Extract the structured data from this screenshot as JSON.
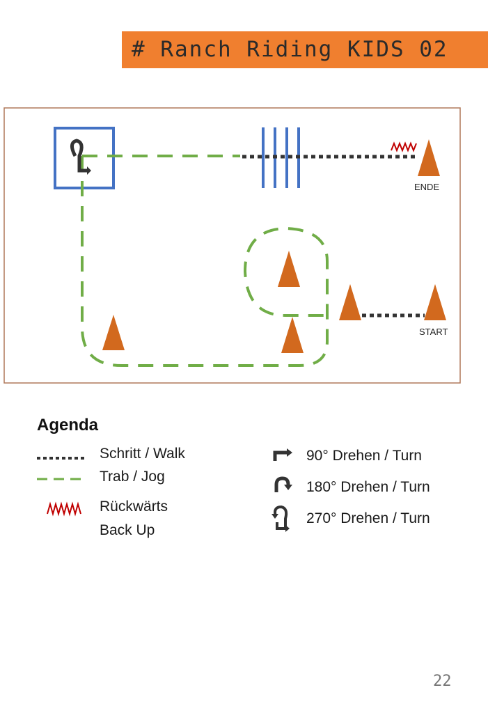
{
  "header": {
    "title": "# Ranch Riding KIDS 02"
  },
  "diagram": {
    "end_label": "ENDE",
    "start_label": "START"
  },
  "legend": {
    "title": "Agenda",
    "items": [
      {
        "icon": "dotted-line",
        "label": "Schritt / Walk"
      },
      {
        "icon": "dashed-line",
        "label": "Trab / Jog"
      },
      {
        "icon": "zigzag",
        "label": "Rückwärts",
        "label2": "Back Up"
      },
      {
        "icon": "turn-90-icon",
        "label": "90° Drehen / Turn"
      },
      {
        "icon": "turn-180-icon",
        "label": "180° Drehen / Turn"
      },
      {
        "icon": "turn-270-icon",
        "label": "270° Drehen / Turn"
      }
    ]
  },
  "colors": {
    "header": "#f07f2f",
    "cone": "#d2691e",
    "walk": "#333333",
    "jog": "#70ad47",
    "box": "#4472c4",
    "backup": "#c00000"
  },
  "page_number": "22"
}
